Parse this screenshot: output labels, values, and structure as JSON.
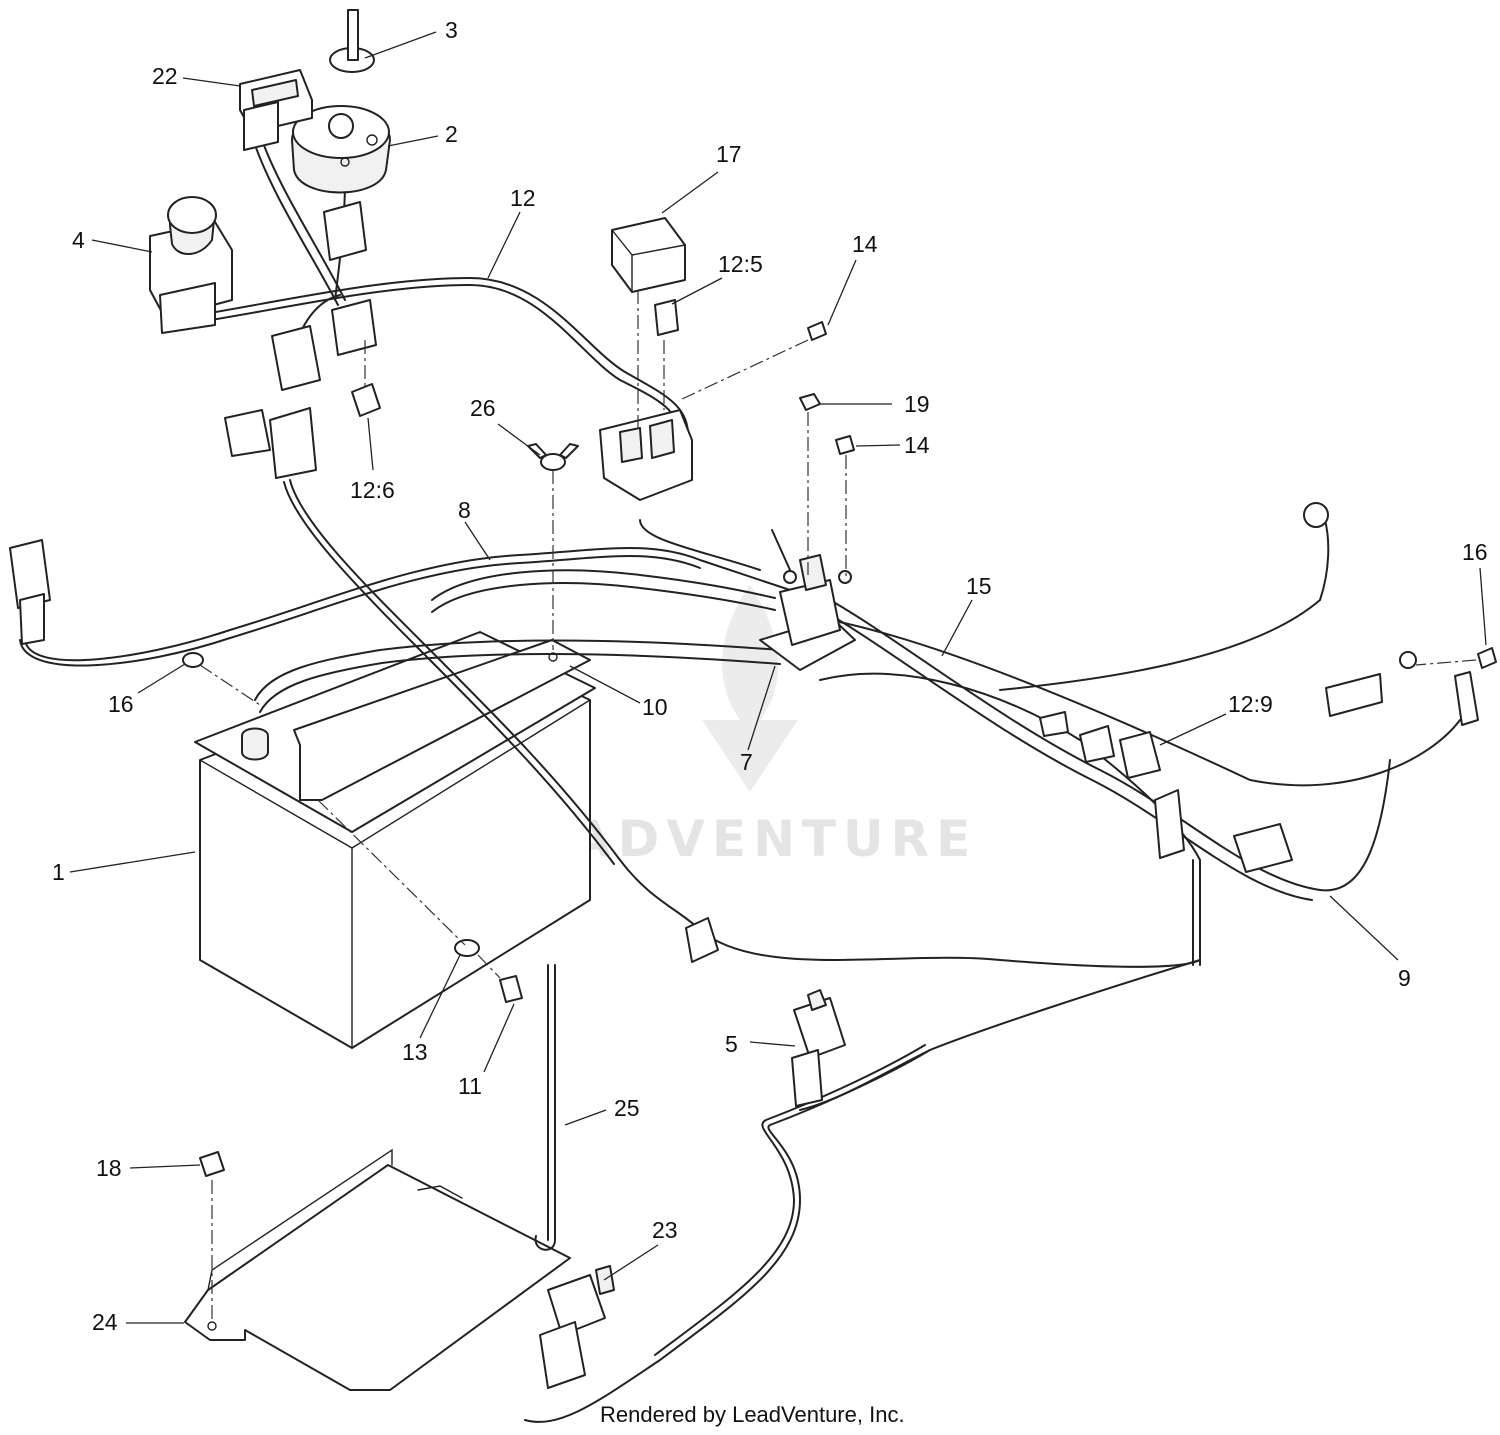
{
  "watermark": {
    "text": "LEADVENTURE"
  },
  "credit": {
    "text": "Rendered by LeadVenture, Inc."
  },
  "callouts": [
    {
      "id": "c1",
      "label": "1"
    },
    {
      "id": "c2",
      "label": "2"
    },
    {
      "id": "c3",
      "label": "3"
    },
    {
      "id": "c4",
      "label": "4"
    },
    {
      "id": "c5",
      "label": "5"
    },
    {
      "id": "c7",
      "label": "7"
    },
    {
      "id": "c8",
      "label": "8"
    },
    {
      "id": "c9",
      "label": "9"
    },
    {
      "id": "c10",
      "label": "10"
    },
    {
      "id": "c11",
      "label": "11"
    },
    {
      "id": "c12",
      "label": "12"
    },
    {
      "id": "c12-5",
      "label": "12:5"
    },
    {
      "id": "c12-6",
      "label": "12:6"
    },
    {
      "id": "c12-9",
      "label": "12:9"
    },
    {
      "id": "c13",
      "label": "13"
    },
    {
      "id": "c14a",
      "label": "14"
    },
    {
      "id": "c14b",
      "label": "14"
    },
    {
      "id": "c15",
      "label": "15"
    },
    {
      "id": "c16a",
      "label": "16"
    },
    {
      "id": "c16b",
      "label": "16"
    },
    {
      "id": "c17",
      "label": "17"
    },
    {
      "id": "c18",
      "label": "18"
    },
    {
      "id": "c19",
      "label": "19"
    },
    {
      "id": "c22",
      "label": "22"
    },
    {
      "id": "c23",
      "label": "23"
    },
    {
      "id": "c24",
      "label": "24"
    },
    {
      "id": "c25",
      "label": "25"
    },
    {
      "id": "c26",
      "label": "26"
    }
  ]
}
